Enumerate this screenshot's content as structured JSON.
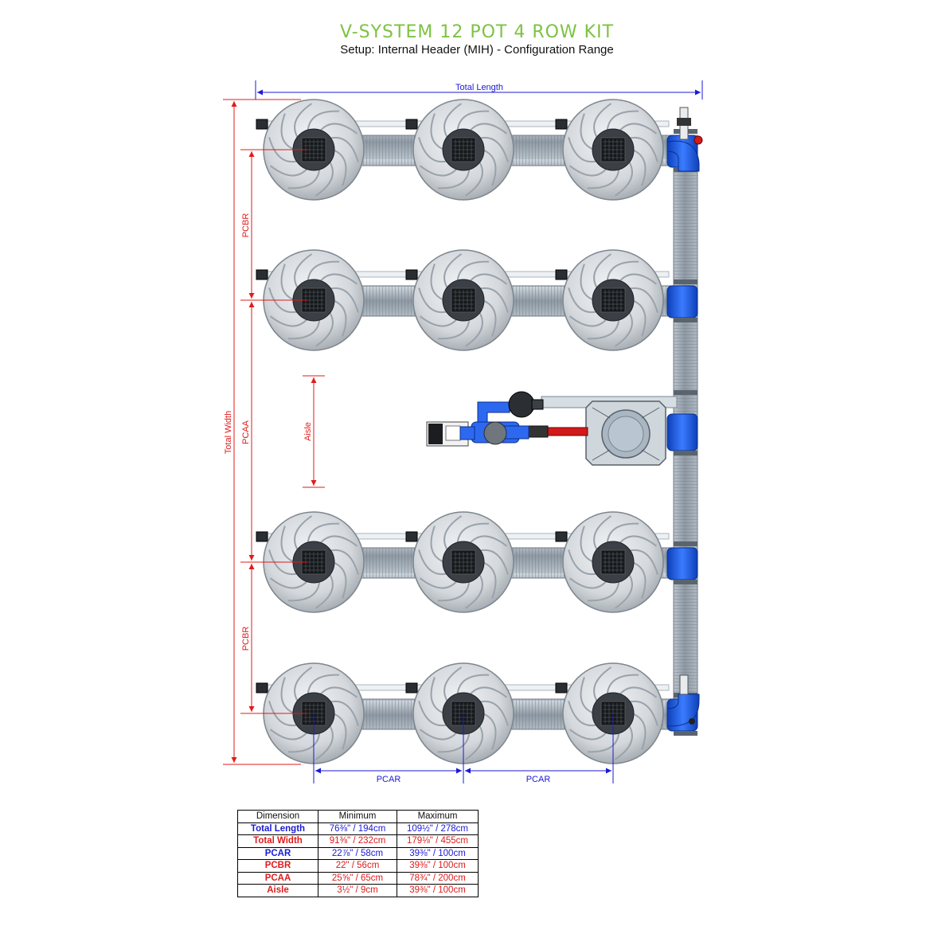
{
  "header": {
    "title": "V-SYSTEM 12 POT 4 ROW KIT",
    "subtitle": "Setup: Internal Header (MIH) - Configuration Range"
  },
  "colors": {
    "title_green": "#7dc242",
    "dimension_blue": "#1a1ad6",
    "dimension_red": "#e01b1b",
    "pipe_blue": "#1f5fe0",
    "pump_red": "#d11a1a"
  },
  "labels": {
    "total_length": "Total Length",
    "total_width": "Total Width",
    "pcbr_top": "PCBR",
    "pcbr_bottom": "PCBR",
    "pcaa": "PCAA",
    "aisle": "Aisle",
    "pcar_left": "PCAR",
    "pcar_right": "PCAR"
  },
  "layout": {
    "pot_rows": 4,
    "pots_per_row": 3
  },
  "table": {
    "headers": [
      "Dimension",
      "Minimum",
      "Maximum"
    ],
    "rows": [
      {
        "name": "Total Length",
        "min": "76⅜\" / 194cm",
        "max": "109½\" / 278cm",
        "color": "blue"
      },
      {
        "name": "Total Width",
        "min": "91⅜\" / 232cm",
        "max": "179⅛\" / 455cm",
        "color": "red"
      },
      {
        "name": "PCAR",
        "min": "22⅞\" / 58cm",
        "max": "39⅜\" / 100cm",
        "color": "blue"
      },
      {
        "name": "PCBR",
        "min": "22\" / 56cm",
        "max": "39⅜\" / 100cm",
        "color": "red"
      },
      {
        "name": "PCAA",
        "min": "25⅝\" / 65cm",
        "max": "78¾\" / 200cm",
        "color": "red"
      },
      {
        "name": "Aisle",
        "min": "3½\" / 9cm",
        "max": "39⅜\" / 100cm",
        "color": "red"
      }
    ]
  }
}
